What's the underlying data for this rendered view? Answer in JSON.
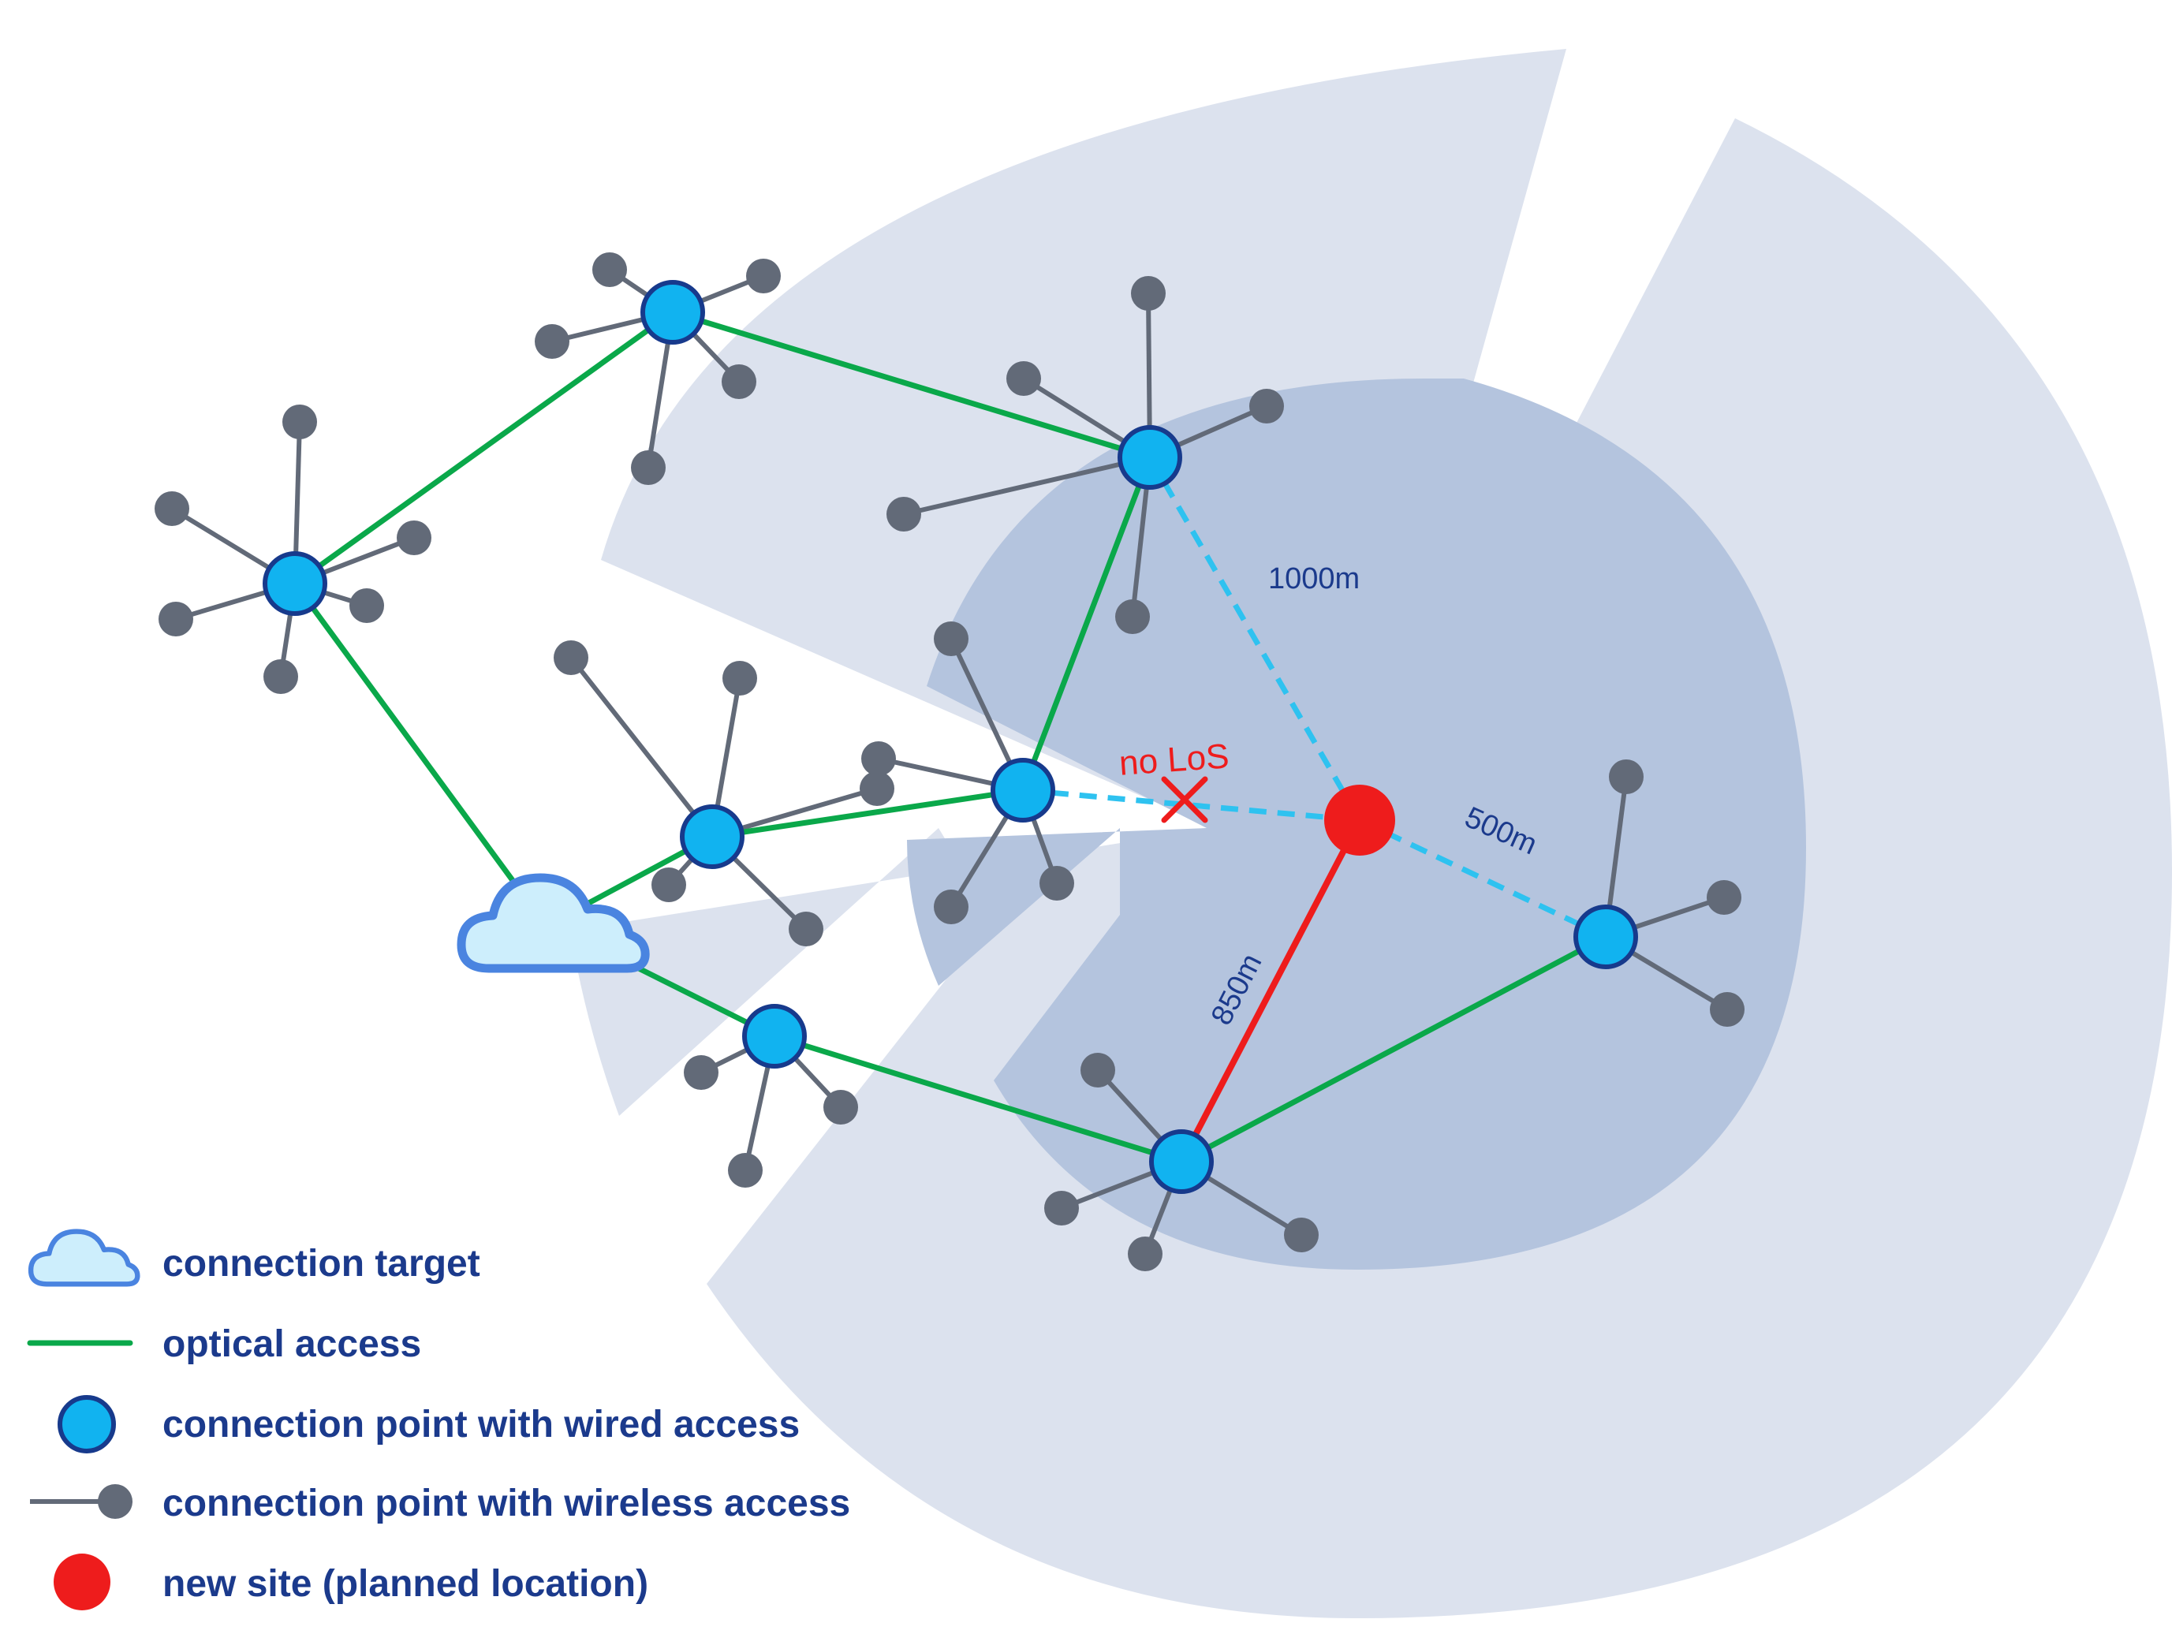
{
  "colors": {
    "coverage_outer": "#dce2ee",
    "coverage_inner": "#b4c4de",
    "optical": "#0aa84a",
    "wired_fill": "#11b3f0",
    "wired_stroke": "#173a8c",
    "wireless": "#626a78",
    "wireless_link": "#2ec2f0",
    "new_site": "#ee1c1c",
    "cloud_fill": "#cdeefc",
    "cloud_stroke": "#4a84e0",
    "text": "#1b3a8c"
  },
  "labels": {
    "dist_1000": "1000m",
    "dist_500": "500m",
    "dist_850": "850m",
    "no_los": "no LoS"
  },
  "legend": {
    "connection_target": "connection target",
    "optical_access": "optical access",
    "wired_point": "connection point with wired access",
    "wireless_point": "connection point with wireless access",
    "new_site": "new site (planned location)"
  }
}
